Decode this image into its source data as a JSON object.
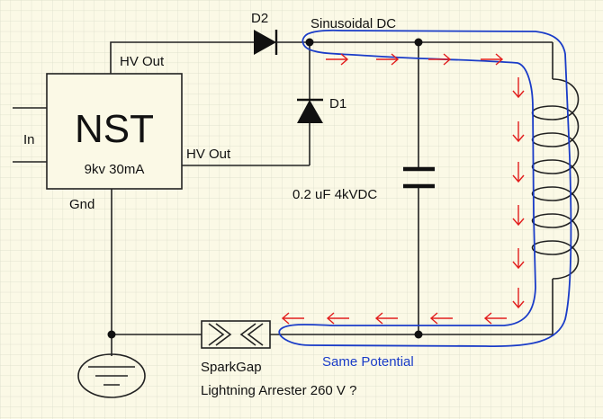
{
  "labels": {
    "in": "In",
    "nst": "NST",
    "nst_rating": "9kv 30mA",
    "gnd": "Gnd",
    "hv_out_top": "HV Out",
    "hv_out_bottom": "HV Out",
    "d2": "D2",
    "d1": "D1",
    "sinusoidal_dc": "Sinusoidal DC",
    "capacitor": "0.2 uF 4kVDC",
    "spark_gap": "SparkGap",
    "lightning_arrester": "Lightning Arrester 260 V ?",
    "same_potential": "Same Potential"
  },
  "colors": {
    "background": "#fbf9e6",
    "grid": "#d9dcc8",
    "wire": "#222222",
    "arrows": "#e21d1d",
    "loop_outline": "#1a3cc8"
  }
}
